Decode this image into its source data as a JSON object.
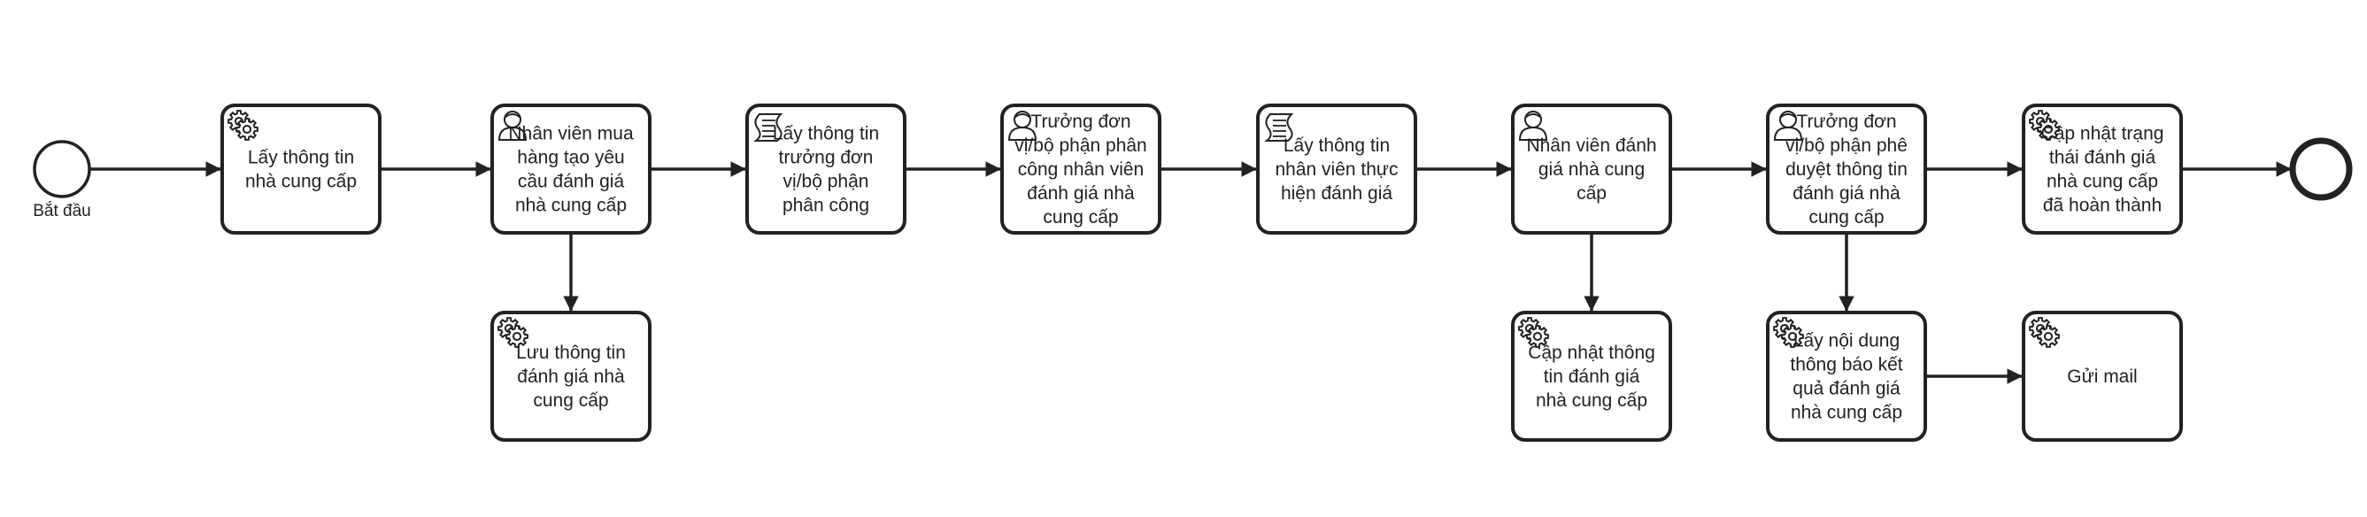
{
  "events": {
    "start": {
      "label": "Bắt đầu",
      "icon": "start-event-circle"
    },
    "end": {
      "label": "",
      "icon": "end-event-circle"
    }
  },
  "tasks": [
    {
      "id": "t1",
      "type": "service",
      "icon": "gear-icon",
      "lines": [
        "Lấy thông tin",
        "nhà cung cấp"
      ]
    },
    {
      "id": "t2",
      "type": "user",
      "icon": "user-icon",
      "lines": [
        "Nhân viên mua",
        "hàng tạo yêu",
        "cầu đánh giá",
        "nhà cung cấp"
      ]
    },
    {
      "id": "t3",
      "type": "script",
      "icon": "script-icon",
      "lines": [
        "Lấy thông tin",
        "trưởng đơn",
        "vị/bộ phận",
        "phân công"
      ]
    },
    {
      "id": "t4",
      "type": "user",
      "icon": "user-icon",
      "lines": [
        "Trưởng đơn",
        "vị/bộ phận phân",
        "công nhân viên",
        "đánh giá nhà",
        "cung cấp"
      ]
    },
    {
      "id": "t5",
      "type": "script",
      "icon": "script-icon",
      "lines": [
        "Lấy thông tin",
        "nhân viên thực",
        "hiện đánh giá"
      ]
    },
    {
      "id": "t6",
      "type": "user",
      "icon": "user-icon",
      "lines": [
        "Nhân viên đánh",
        "giá nhà cung",
        "cấp"
      ]
    },
    {
      "id": "t7",
      "type": "user",
      "icon": "user-icon",
      "lines": [
        "Trưởng đơn",
        "vị/bộ phận phê",
        "duyệt thông tin",
        "đánh giá nhà",
        "cung cấp"
      ]
    },
    {
      "id": "t8",
      "type": "service",
      "icon": "gear-icon",
      "lines": [
        "Cập nhật trạng",
        "thái đánh giá",
        "nhà cung cấp",
        "đã hoàn thành"
      ]
    },
    {
      "id": "t9",
      "type": "service",
      "icon": "gear-icon",
      "lines": [
        "Lưu thông tin",
        "đánh giá nhà",
        "cung cấp"
      ]
    },
    {
      "id": "t10",
      "type": "service",
      "icon": "gear-icon",
      "lines": [
        "Cập nhật thông",
        "tin đánh giá",
        "nhà cung cấp"
      ]
    },
    {
      "id": "t11",
      "type": "service",
      "icon": "gear-icon",
      "lines": [
        "Lấy nội dung",
        "thông báo kết",
        "quả đánh giá",
        "nhà cung cấp"
      ]
    },
    {
      "id": "t12",
      "type": "service",
      "icon": "gear-icon",
      "lines": [
        "Gửi mail"
      ]
    }
  ],
  "flows": [
    [
      "start",
      "t1"
    ],
    [
      "t1",
      "t2"
    ],
    [
      "t2",
      "t3"
    ],
    [
      "t3",
      "t4"
    ],
    [
      "t4",
      "t5"
    ],
    [
      "t5",
      "t6"
    ],
    [
      "t6",
      "t7"
    ],
    [
      "t7",
      "t8"
    ],
    [
      "t8",
      "end"
    ],
    [
      "t2",
      "t9"
    ],
    [
      "t6",
      "t10"
    ],
    [
      "t7",
      "t11"
    ],
    [
      "t11",
      "t12"
    ]
  ],
  "colors": {
    "stroke": "#222222",
    "fill": "#ffffff"
  }
}
